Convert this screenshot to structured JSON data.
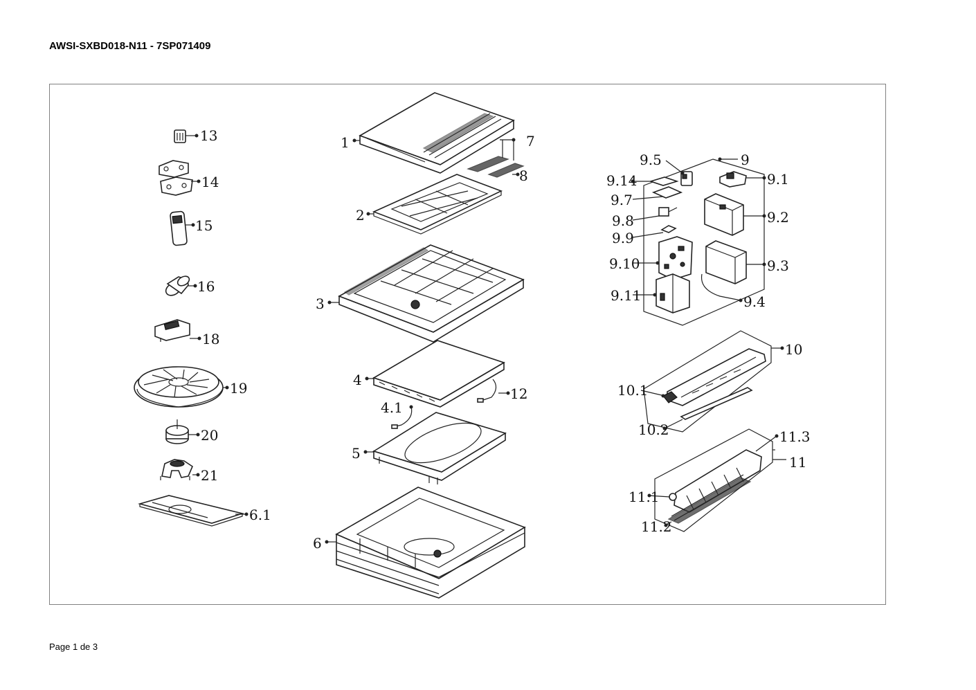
{
  "document": {
    "title": "AWSI-SXBD018-N11 - 7SP071409",
    "footer": "Page 1 de 3"
  },
  "callouts": {
    "c1": "1",
    "c2": "2",
    "c3": "3",
    "c4": "4",
    "c4_1": "4.1",
    "c5": "5",
    "c6": "6",
    "c6_1": "6.1",
    "c7": "7",
    "c8": "8",
    "c9": "9",
    "c9_1": "9.1",
    "c9_2": "9.2",
    "c9_3": "9.3",
    "c9_4": "9.4",
    "c9_5": "9.5",
    "c9_7": "9.7",
    "c9_8": "9.8",
    "c9_9": "9.9",
    "c9_10": "9.10",
    "c9_11": "9.11",
    "c9_14": "9.14",
    "c10": "10",
    "c10_1": "10.1",
    "c10_2": "10.2",
    "c11": "11",
    "c11_1": "11.1",
    "c11_2": "11.2",
    "c11_3": "11.3",
    "c12": "12",
    "c13": "13",
    "c14": "14",
    "c15": "15",
    "c16": "16",
    "c18": "18",
    "c19": "19",
    "c20": "20",
    "c21": "21"
  }
}
